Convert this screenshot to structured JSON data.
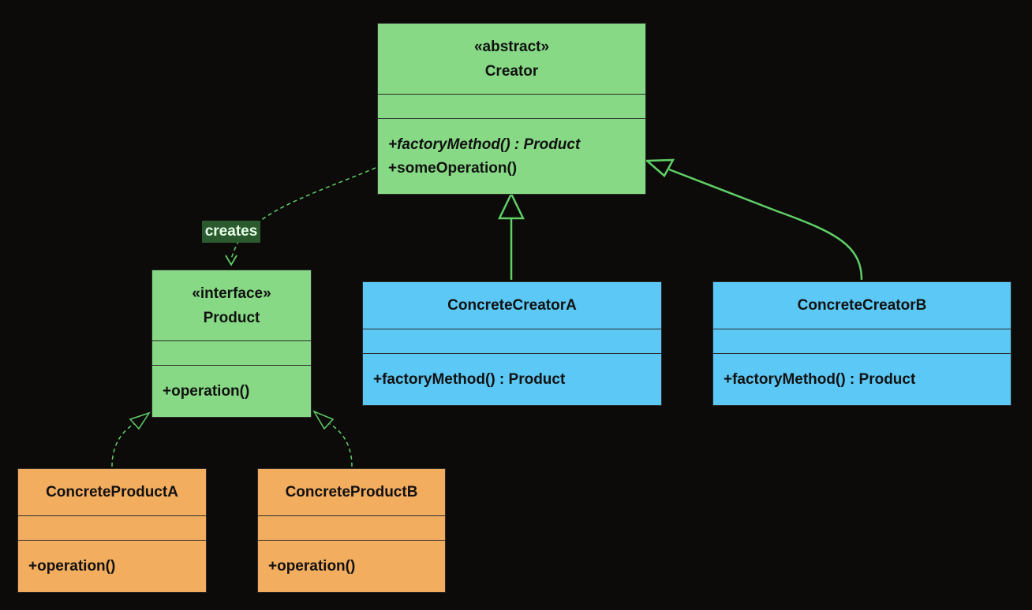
{
  "classes": {
    "creator": {
      "stereotype": "«abstract»",
      "name": "Creator",
      "ops": [
        "+factoryMethod() : Product",
        "+someOperation()"
      ]
    },
    "product": {
      "stereotype": "«interface»",
      "name": "Product",
      "ops": [
        "+operation()"
      ]
    },
    "concrete_creator_a": {
      "name": "ConcreteCreatorA",
      "ops": [
        "+factoryMethod() : Product"
      ]
    },
    "concrete_creator_b": {
      "name": "ConcreteCreatorB",
      "ops": [
        "+factoryMethod() : Product"
      ]
    },
    "concrete_product_a": {
      "name": "ConcreteProductA",
      "ops": [
        "+operation()"
      ]
    },
    "concrete_product_b": {
      "name": "ConcreteProductB",
      "ops": [
        "+operation()"
      ]
    }
  },
  "relations": {
    "creates_label": "creates"
  },
  "colors": {
    "background": "#0c0b0a",
    "abstract_fill": "#87d985",
    "concrete_creator_fill": "#5bc8f5",
    "concrete_product_fill": "#f3ad5f",
    "edge": "#5fcf66",
    "label_bg": "#2a5a2e"
  }
}
